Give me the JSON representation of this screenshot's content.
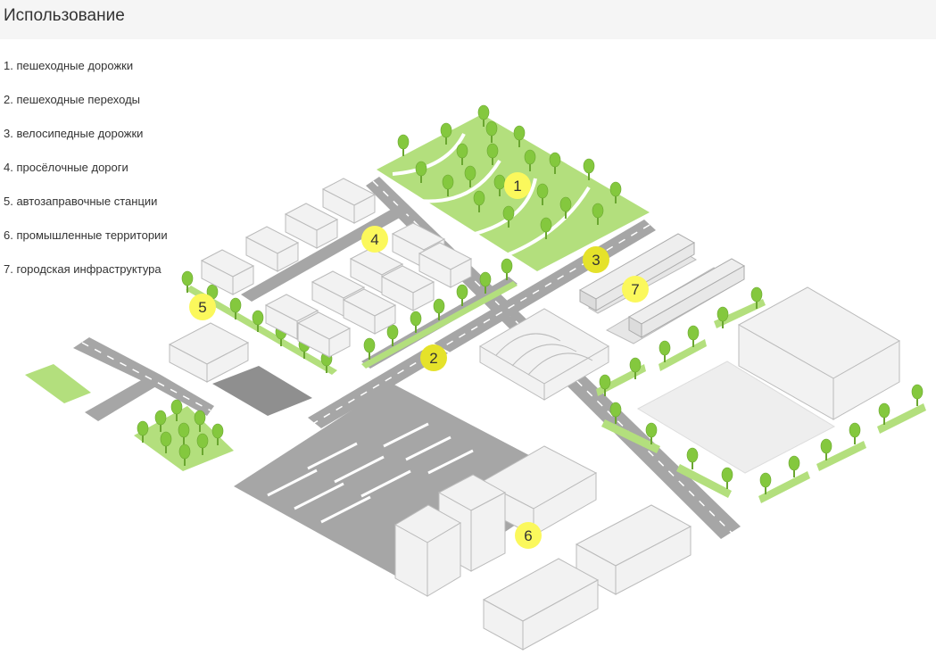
{
  "header": {
    "title": "Использование"
  },
  "legend": {
    "items": [
      "1. пешеходные дорожки",
      "2. пешеходные переходы",
      "3. велосипедные дорожки",
      "4. просёлочные дороги",
      "5. автозаправочные станции",
      "6. промышленные территории",
      "7. городская инфраструктура"
    ]
  },
  "markers": [
    {
      "label": "1",
      "active": false
    },
    {
      "label": "2",
      "active": true
    },
    {
      "label": "3",
      "active": true
    },
    {
      "label": "4",
      "active": false
    },
    {
      "label": "5",
      "active": false
    },
    {
      "label": "6",
      "active": false
    },
    {
      "label": "7",
      "active": false
    }
  ],
  "colors": {
    "header_bg": "#f5f5f5",
    "road": "#a6a6a6",
    "grass": "#b3df7d",
    "tree": "#84c83e",
    "building": "#f2f2f2",
    "marker": "#fbf85c",
    "marker_active": "#e5e22a"
  }
}
